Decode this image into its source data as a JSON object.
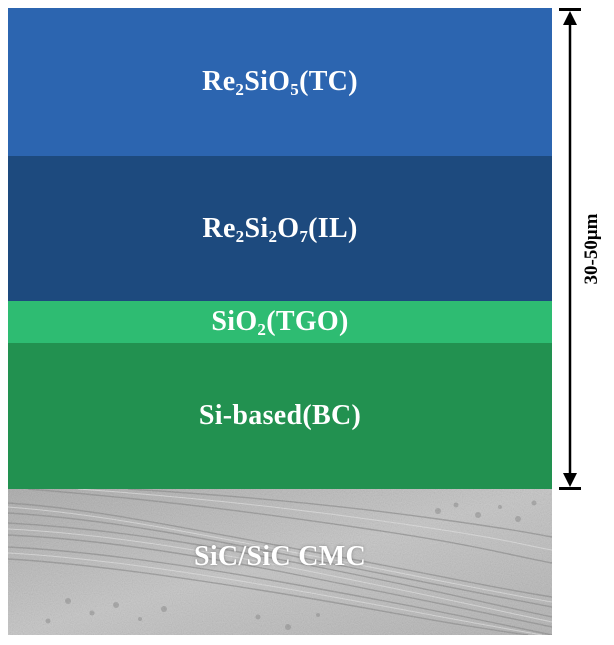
{
  "layers": [
    {
      "id": "tc",
      "label": "Re2SiO5(TC)",
      "color": "#2c65b0"
    },
    {
      "id": "il",
      "label": "Re2Si2O7(IL)",
      "color": "#1d4a7e"
    },
    {
      "id": "tgo",
      "label": "SiO2(TGO)",
      "color": "#2ebc72"
    },
    {
      "id": "bc",
      "label": "Si-based(BC)",
      "color": "#229150"
    },
    {
      "id": "sub",
      "label": "SiC/SiC CMC",
      "color": "#b8b8b8"
    }
  ],
  "dimension": {
    "label": "30-50μm"
  }
}
